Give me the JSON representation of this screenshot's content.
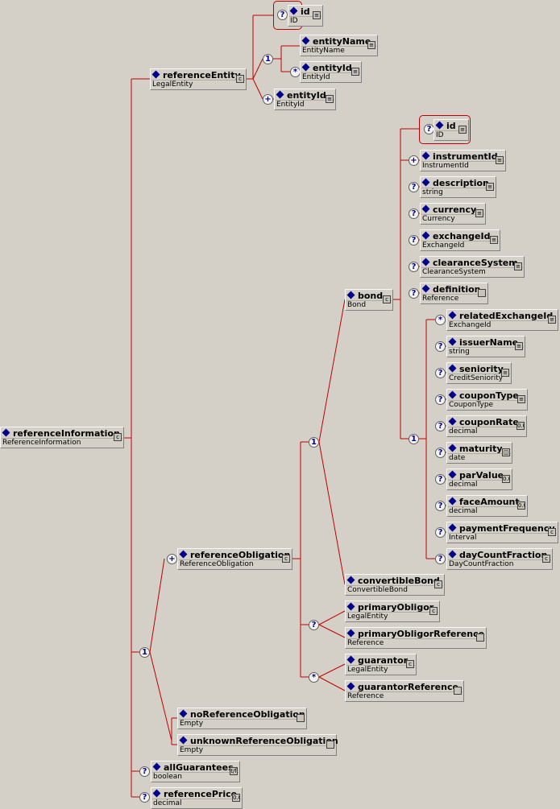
{
  "nodes": {
    "referenceInformation": {
      "name": "referenceInformation",
      "type": "ReferenceInformation"
    },
    "referenceEntity": {
      "name": "referenceEntity",
      "type": "LegalEntity"
    },
    "entityId_top": {
      "name": "id",
      "type": "ID"
    },
    "entityName": {
      "name": "entityName",
      "type": "EntityName"
    },
    "entityId1": {
      "name": "entityId",
      "type": "EntityId"
    },
    "entityId2": {
      "name": "entityId",
      "type": "EntityId"
    },
    "bondId": {
      "name": "id",
      "type": "ID"
    },
    "instrumentId": {
      "name": "instrumentId",
      "type": "InstrumentId"
    },
    "description": {
      "name": "description",
      "type": "string"
    },
    "currency": {
      "name": "currency",
      "type": "Currency"
    },
    "exchangeId": {
      "name": "exchangeId",
      "type": "ExchangeId"
    },
    "clearanceSystem": {
      "name": "clearanceSystem",
      "type": "ClearanceSystem"
    },
    "definition": {
      "name": "definition",
      "type": "Reference"
    },
    "bond": {
      "name": "bond",
      "type": "Bond"
    },
    "relatedExchangeId": {
      "name": "relatedExchangeId",
      "type": "ExchangeId"
    },
    "issuerName": {
      "name": "issuerName",
      "type": "string"
    },
    "seniority": {
      "name": "seniority",
      "type": "CreditSeniority"
    },
    "couponType": {
      "name": "couponType",
      "type": "CouponType"
    },
    "couponRate": {
      "name": "couponRate",
      "type": "decimal"
    },
    "maturity": {
      "name": "maturity",
      "type": "date"
    },
    "parValue": {
      "name": "parValue",
      "type": "decimal"
    },
    "faceAmount": {
      "name": "faceAmount",
      "type": "decimal"
    },
    "paymentFrequency": {
      "name": "paymentFrequency",
      "type": "Interval"
    },
    "dayCountFraction": {
      "name": "dayCountFraction",
      "type": "DayCountFraction"
    },
    "referenceObligation": {
      "name": "referenceObligation",
      "type": "ReferenceObligation"
    },
    "convertibleBond": {
      "name": "convertibleBond",
      "type": "ConvertibleBond"
    },
    "primaryObligor": {
      "name": "primaryObligor",
      "type": "LegalEntity"
    },
    "primaryObligorReference": {
      "name": "primaryObligorReference",
      "type": "Reference"
    },
    "guarantor": {
      "name": "guarantor",
      "type": "LegalEntity"
    },
    "guarantorReference": {
      "name": "guarantorReference",
      "type": "Reference"
    },
    "noReferenceObligation": {
      "name": "noReferenceObligation",
      "type": "Empty"
    },
    "unknownReferenceObligation": {
      "name": "unknownReferenceObligation",
      "type": "Empty"
    },
    "allGuarantees": {
      "name": "allGuarantees",
      "type": "boolean"
    },
    "referencePrice": {
      "name": "referencePrice",
      "type": "decimal"
    }
  },
  "icons": {
    "complex-type-icon": "c",
    "simple-type-icon": "≡",
    "boolean-icon": "t/f",
    "decimal-icon": "0.0",
    "date-icon": "◫",
    "empty-icon": ""
  },
  "compositors": {
    "optional": "?",
    "zero-or-more": "*",
    "one-or-more": "+",
    "choice": "1"
  },
  "colors": {
    "connector": "#c00000",
    "background": "#d4d0c8",
    "diamond": "#00008b"
  }
}
